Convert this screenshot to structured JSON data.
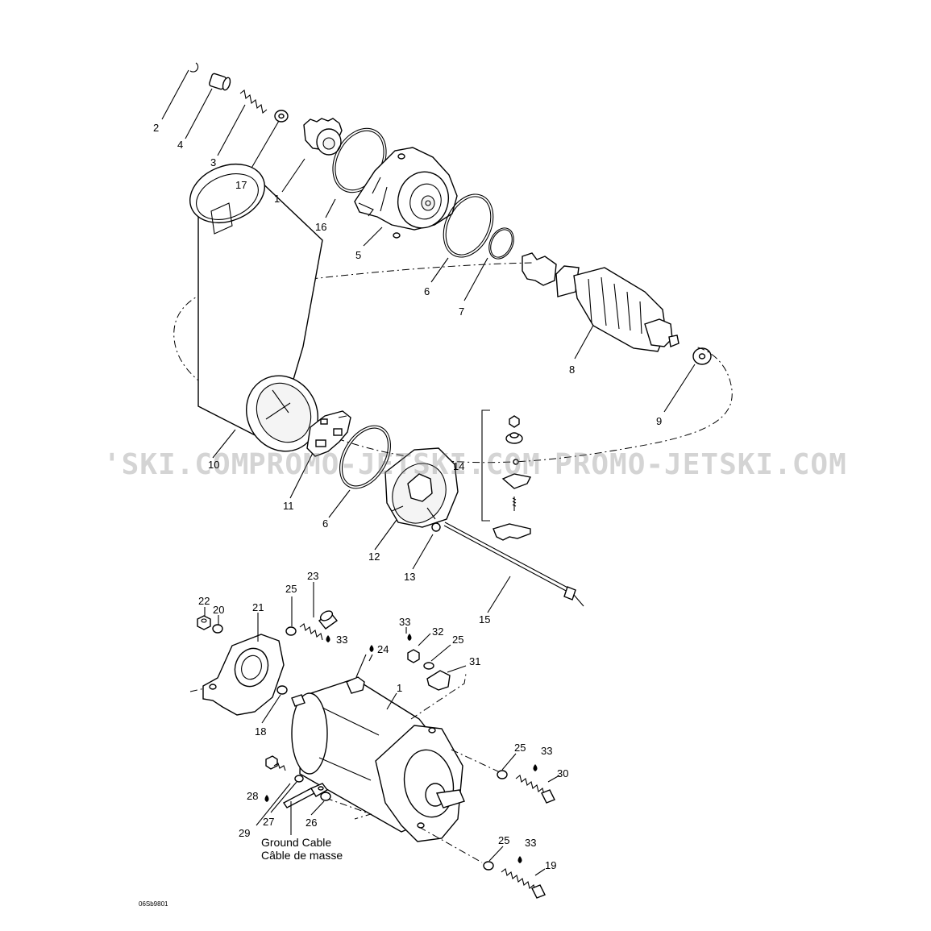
{
  "diagram": {
    "callouts": [
      {
        "id": "c2",
        "text": "2"
      },
      {
        "id": "c4",
        "text": "4"
      },
      {
        "id": "c3",
        "text": "3"
      },
      {
        "id": "c17",
        "text": "17"
      },
      {
        "id": "c1a",
        "text": "1"
      },
      {
        "id": "c16",
        "text": "16"
      },
      {
        "id": "c5",
        "text": "5"
      },
      {
        "id": "c6a",
        "text": "6"
      },
      {
        "id": "c7",
        "text": "7"
      },
      {
        "id": "c8",
        "text": "8"
      },
      {
        "id": "c9",
        "text": "9"
      },
      {
        "id": "c10",
        "text": "10"
      },
      {
        "id": "c14",
        "text": "14"
      },
      {
        "id": "c11",
        "text": "11"
      },
      {
        "id": "c6b",
        "text": "6"
      },
      {
        "id": "c12",
        "text": "12"
      },
      {
        "id": "c13",
        "text": "13"
      },
      {
        "id": "c15",
        "text": "15"
      },
      {
        "id": "c22",
        "text": "22"
      },
      {
        "id": "c20",
        "text": "20"
      },
      {
        "id": "c21",
        "text": "21"
      },
      {
        "id": "c25a",
        "text": "25"
      },
      {
        "id": "c23",
        "text": "23"
      },
      {
        "id": "c33a",
        "text": "33"
      },
      {
        "id": "c33b",
        "text": "33"
      },
      {
        "id": "c32",
        "text": "32"
      },
      {
        "id": "c24",
        "text": "24"
      },
      {
        "id": "c25b",
        "text": "25"
      },
      {
        "id": "c31",
        "text": "31"
      },
      {
        "id": "c1b",
        "text": "1"
      },
      {
        "id": "c18",
        "text": "18"
      },
      {
        "id": "c25c",
        "text": "25"
      },
      {
        "id": "c33c",
        "text": "33"
      },
      {
        "id": "c30",
        "text": "30"
      },
      {
        "id": "c28",
        "text": "28"
      },
      {
        "id": "c27",
        "text": "27"
      },
      {
        "id": "c29",
        "text": "29"
      },
      {
        "id": "c26",
        "text": "26"
      },
      {
        "id": "c25d",
        "text": "25"
      },
      {
        "id": "c33d",
        "text": "33"
      },
      {
        "id": "c19",
        "text": "19"
      }
    ],
    "ground_cable_label": {
      "line1": "Ground Cable",
      "line2": "Câble de masse"
    },
    "drawing_code": "06Sb9801"
  },
  "watermark": {
    "left": "'SKI.COM",
    "middle": "PROMO-JETSKI.COM",
    "right": "PROMO-JETSKI.COM"
  }
}
